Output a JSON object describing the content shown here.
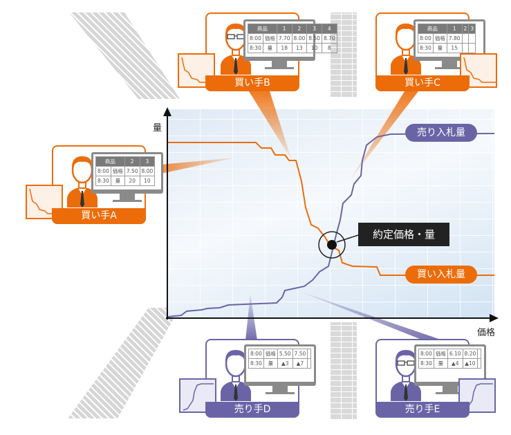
{
  "axes": {
    "y_label": "量",
    "x_label": "価格"
  },
  "curves": {
    "sell_label": "売り入札量",
    "buy_label": "買い入札量",
    "equilibrium_label": "約定価格・量"
  },
  "colors": {
    "buyer": "#ec6c0a",
    "seller": "#6a64a6"
  },
  "participants": [
    {
      "id": "buyer-a",
      "role": "buyer",
      "name": "買い手A",
      "glasses": false,
      "header": [
        "商品",
        "2",
        "3"
      ],
      "rows": [
        [
          "8:00",
          "価格",
          "7.50",
          "8.00"
        ],
        [
          "8:30",
          "量",
          "20",
          "10"
        ]
      ]
    },
    {
      "id": "buyer-b",
      "role": "buyer",
      "name": "買い手B",
      "glasses": true,
      "header": [
        "商品",
        "1",
        "2",
        "3",
        "4"
      ],
      "rows": [
        [
          "8:00",
          "価格",
          "7.70",
          "8.00",
          "8.50",
          "8.70"
        ],
        [
          "8:30",
          "量",
          "18",
          "13",
          "10",
          "8"
        ]
      ]
    },
    {
      "id": "buyer-c",
      "role": "buyer",
      "name": "買い手C",
      "glasses": false,
      "header": [
        "商品",
        "1",
        "2",
        "3"
      ],
      "rows": [
        [
          "8:00",
          "価格",
          "7.80",
          "",
          ""
        ],
        [
          "8:30",
          "量",
          "15",
          "",
          ""
        ]
      ]
    },
    {
      "id": "seller-d",
      "role": "seller",
      "name": "売り手D",
      "glasses": false,
      "header": null,
      "rows": [
        [
          "8:00",
          "価格",
          "5.50",
          "7.50",
          ""
        ],
        [
          "8:30",
          "量",
          "▲3",
          "▲7",
          ""
        ]
      ]
    },
    {
      "id": "seller-e",
      "role": "seller",
      "name": "売り手E",
      "glasses": true,
      "header": null,
      "rows": [
        [
          "8:00",
          "価格",
          "6.10",
          "8.20",
          ""
        ],
        [
          "8:30",
          "量",
          "▲4",
          "▲10",
          ""
        ]
      ]
    }
  ]
}
